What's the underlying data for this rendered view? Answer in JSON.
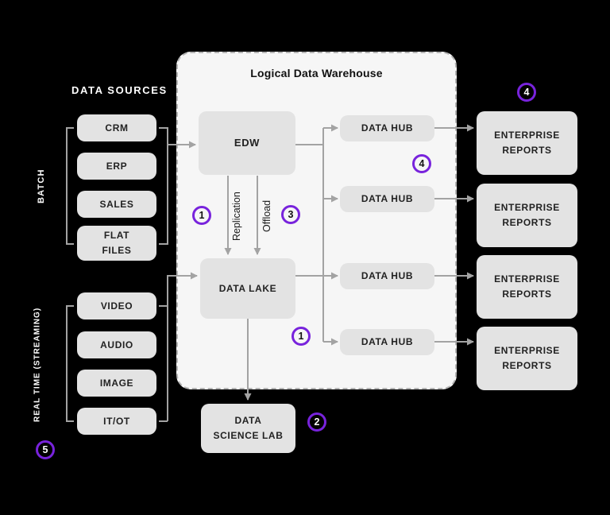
{
  "title": "Logical Data Warehouse",
  "data_sources": {
    "heading": "DATA SOURCES",
    "groups": [
      {
        "label": "BATCH",
        "items": [
          "CRM",
          "ERP",
          "SALES",
          "FLAT FILES"
        ]
      },
      {
        "label": "REAL TIME (STREAMING)",
        "items": [
          "VIDEO",
          "AUDIO",
          "IMAGE",
          "IT/OT"
        ]
      }
    ]
  },
  "warehouse": {
    "edw": "EDW",
    "data_lake": "DATA LAKE",
    "replication": "Replication",
    "offload": "Offload",
    "data_hubs": [
      "DATA HUB",
      "DATA HUB",
      "DATA HUB",
      "DATA HUB"
    ]
  },
  "outputs": {
    "enterprise_reports": [
      "ENTERPRISE REPORTS",
      "ENTERPRISE REPORTS",
      "ENTERPRISE REPORTS",
      "ENTERPRISE REPORTS"
    ]
  },
  "data_science_lab": "DATA SCIENCE LAB",
  "badges": {
    "replication_step": "1",
    "offload_step": "3",
    "hub_step": "4",
    "lake_hub_step": "1",
    "reports_step": "4",
    "science_lab_step": "2",
    "streaming_step": "5"
  },
  "colors": {
    "background": "#000000",
    "container_fill": "#f6f6f6",
    "container_border": "#b4b4b4",
    "box_fill": "#e3e3e3",
    "box_text": "#222222",
    "line": "#a3a3a3",
    "badge_ring": "#7823dc",
    "light_text": "#ffffff"
  }
}
